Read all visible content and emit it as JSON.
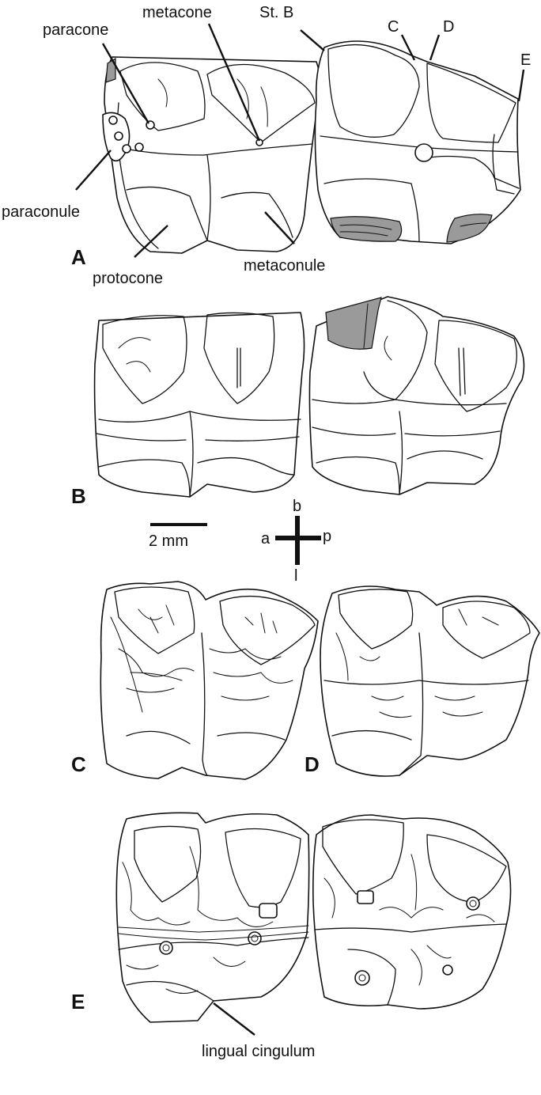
{
  "labels": {
    "paracone": "paracone",
    "metacone": "metacone",
    "paraconule": "paraconule",
    "protocone": "protocone",
    "metaconule": "metaconule",
    "stylar_b": "St. B",
    "stylar_c": "C",
    "stylar_d": "D",
    "stylar_e": "E",
    "lingual_cingulum": "lingual cingulum"
  },
  "panels": [
    "A",
    "B",
    "C",
    "D",
    "E"
  ],
  "scale_bar": {
    "label": "2 mm"
  },
  "orientation": {
    "a": "a",
    "p": "p",
    "b": "b",
    "l": "l"
  },
  "colors": {
    "ink": "#111111",
    "wear_facet": "#9a9a9a",
    "background": "#ffffff"
  }
}
